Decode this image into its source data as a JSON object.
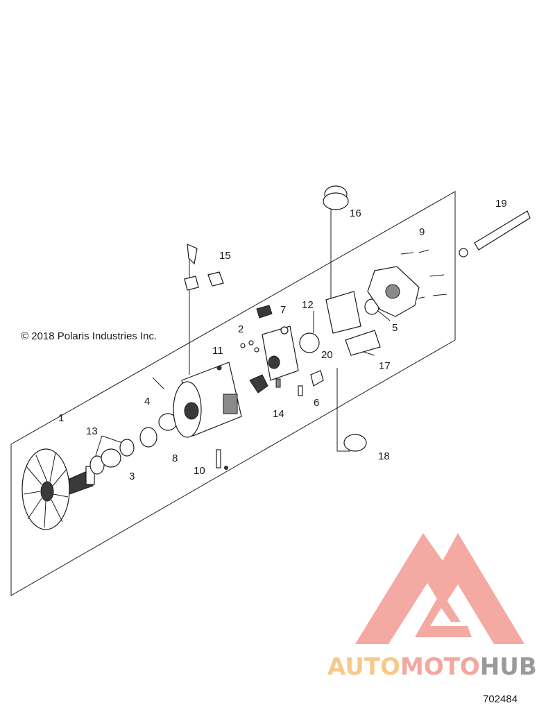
{
  "copyright": "© 2018 Polaris Industries Inc.",
  "figure_number": "702484",
  "callouts": [
    "1",
    "2",
    "3",
    "4",
    "5",
    "6",
    "7",
    "8",
    "9",
    "10",
    "11",
    "12",
    "13",
    "14",
    "15",
    "16",
    "17",
    "18",
    "19",
    "20"
  ],
  "watermark": {
    "part1": "AUTO",
    "part2": "MOTO",
    "part3": "HUB",
    "color_auto": "#f6c98a",
    "color_moto": "#f4a79f",
    "color_hub": "#9a9a9a",
    "logo_color": "#f4a9a3"
  }
}
